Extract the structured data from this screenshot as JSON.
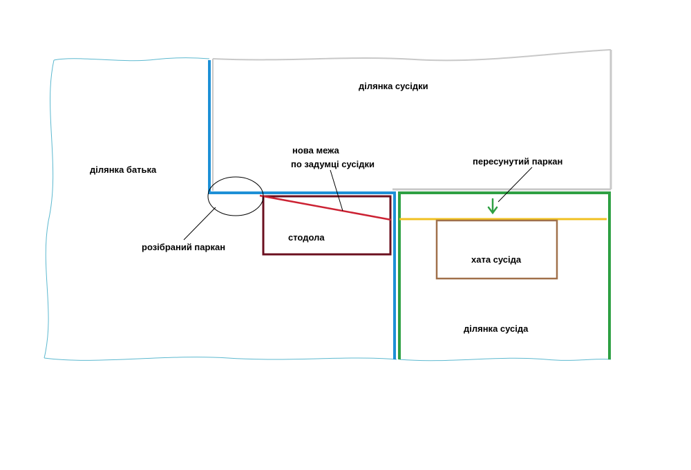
{
  "labels": {
    "father_plot": "ділянка батька",
    "neighbor_f_plot": "ділянка сусідки",
    "neighbor_m_plot": "ділянка сусіда",
    "new_boundary_line1": "нова межа",
    "new_boundary_line2": "по задумці сусідки",
    "moved_fence": "пересунутий паркан",
    "dismantled_fence": "розібраний паркан",
    "barn": "стодола",
    "neighbor_house": "хата сусіда"
  },
  "colors": {
    "father_outline": "#5bb8cf",
    "blue_fence": "#1e90d6",
    "gray_fence": "#c8c8c8",
    "green_fence": "#2ea043",
    "yellow_fence": "#f0c020",
    "barn_outline": "#6b0f1f",
    "barn_text": "#8b1020",
    "new_boundary": "#cc2233",
    "house_outline": "#a0704a",
    "house_text": "#c08050",
    "leader_line": "#000000"
  }
}
